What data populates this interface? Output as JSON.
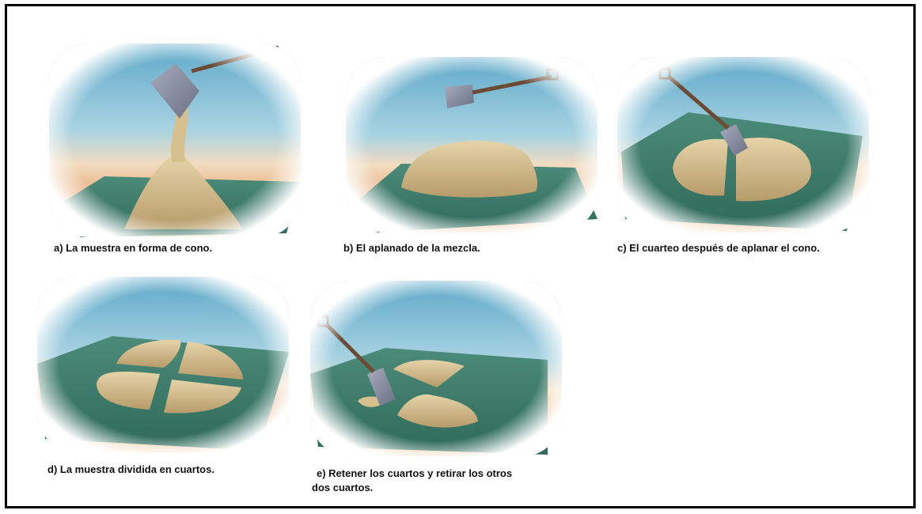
{
  "figure": {
    "panels": [
      {
        "id": "a",
        "caption": "a) La muestra en forma de cono."
      },
      {
        "id": "b",
        "caption": "b) El aplanado de la mezcla."
      },
      {
        "id": "c",
        "caption": "c) El cuarteo después de aplanar el cono."
      },
      {
        "id": "d",
        "caption": "d) La muestra dividida en cuartos."
      },
      {
        "id": "e",
        "caption_line1": "e) Retener los cuartos y retirar los otros",
        "caption_line2": "dos cuartos."
      }
    ],
    "colors": {
      "sky": "#8cc3d9",
      "sand_bg": "#e8b98a",
      "mat": "#3f7f6e",
      "sample": "#d9c49a",
      "shovel": "#8f93a6"
    }
  }
}
